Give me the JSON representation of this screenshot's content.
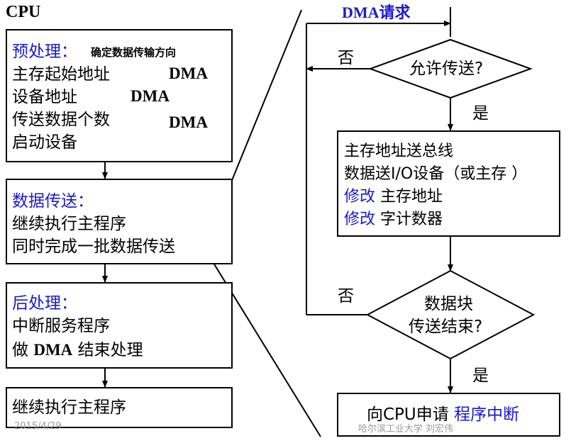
{
  "cpu_label": "CPU",
  "preprocess": {
    "title": "预处理：",
    "note": "确定数据传输方向",
    "row1_text": "主存起始地址",
    "row1_target": "DMA",
    "row2_text": "设备地址",
    "row2_target": "DMA",
    "row3_text": "传送数据个数",
    "row3_target": "DMA",
    "row4_text": "启动设备"
  },
  "transfer": {
    "title": "数据传送：",
    "line1": "继续执行主程序",
    "line2": "同时完成一批数据传送"
  },
  "postprocess": {
    "title": "后处理：",
    "line1": "中断服务程序",
    "line2_a": "做",
    "line2_b": "DMA",
    "line2_c": "结束处理"
  },
  "continue_box": {
    "text": "继续执行主程序"
  },
  "flow": {
    "request_label": "DMA请求",
    "decision1": "允许传送?",
    "no1": "否",
    "yes1": "是",
    "process_line1": "主存地址送总线",
    "process_line2": "数据送I/O设备（或主存 ）",
    "process_line3_blue": "修改",
    "process_line3_rest": " 主存地址",
    "process_line4_blue": "修改",
    "process_line4_rest": " 字计数器",
    "decision2_line1": "数据块",
    "decision2_line2": "传送结束?",
    "no2": "否",
    "yes2": "是",
    "final_black": "向CPU申请 ",
    "final_blue": "程序中断"
  },
  "footer": {
    "date": "2015/4/29",
    "author": "哈尔滨工业大学  刘宏伟"
  },
  "colors": {
    "accent_blue": "#1a1acd",
    "line": "#000000",
    "footer_gray": "#9a9a9a"
  }
}
